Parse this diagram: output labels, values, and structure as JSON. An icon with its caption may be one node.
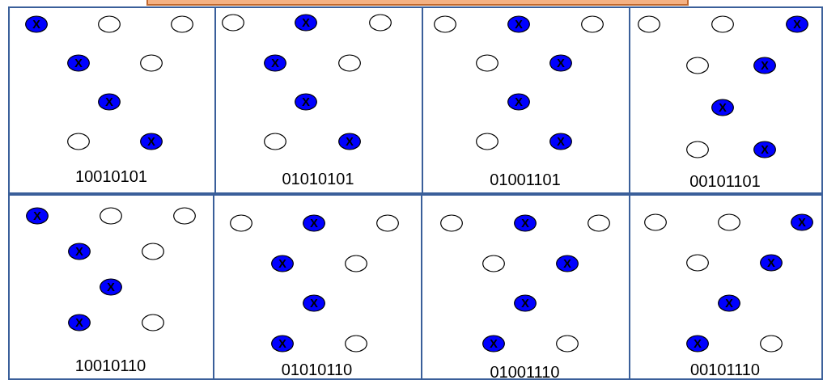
{
  "diagram": {
    "nodes": [
      {
        "text": [
          "10010101"
        ]
      },
      {
        "text": [
          "X"
        ],
        "in": 0
      },
      {
        "text": [],
        "shape": "circle",
        "in": 0
      },
      {
        "text": [],
        "shape": "circle",
        "in": 0
      },
      {
        "text": [
          "X"
        ],
        "in": 0
      },
      {
        "text": [],
        "shape": "circle",
        "in": 0
      },
      {
        "text": [
          "X"
        ],
        "in": 0
      },
      {
        "text": [],
        "shape": "circle",
        "in": 0
      },
      {
        "text": [
          "X"
        ],
        "in": 0
      },
      {
        "text": [
          "01010101"
        ]
      },
      {
        "text": [],
        "shape": "circle",
        "in": 9
      },
      {
        "text": [
          "X"
        ],
        "in": 9
      },
      {
        "text": [],
        "shape": "circle",
        "in": 9
      },
      {
        "text": [
          "X"
        ],
        "in": 9
      },
      {
        "text": [],
        "shape": "circle",
        "in": 9
      },
      {
        "text": [
          "X"
        ],
        "in": 9
      },
      {
        "text": [],
        "shape": "circle",
        "in": 9
      },
      {
        "text": [
          "X"
        ],
        "in": 9
      },
      {
        "text": [
          "01001101"
        ]
      },
      {
        "text": [],
        "shape": "circle",
        "in": 18
      },
      {
        "text": [
          "X"
        ],
        "in": 18
      },
      {
        "text": [],
        "shape": "circle",
        "in": 18
      },
      {
        "text": [],
        "shape": "circle",
        "in": 18
      },
      {
        "text": [
          "X"
        ],
        "in": 18
      },
      {
        "text": [
          "X"
        ],
        "in": 18
      },
      {
        "text": [],
        "shape": "circle",
        "in": 18
      },
      {
        "text": [
          "X"
        ],
        "in": 18
      },
      {
        "text": [
          "00101101"
        ]
      },
      {
        "text": [],
        "shape": "circle",
        "in": 27
      },
      {
        "text": [],
        "shape": "circle",
        "in": 27
      },
      {
        "text": [
          "X"
        ],
        "in": 27
      },
      {
        "text": [],
        "shape": "circle",
        "in": 27
      },
      {
        "text": [
          "X"
        ],
        "in": 27
      },
      {
        "text": [
          "X"
        ],
        "in": 27
      },
      {
        "text": [],
        "shape": "circle",
        "in": 27
      },
      {
        "text": [
          "X"
        ],
        "in": 27
      },
      {
        "text": [
          "10010110"
        ]
      },
      {
        "text": [
          "X"
        ],
        "in": 36
      },
      {
        "text": [],
        "shape": "circle",
        "in": 36
      },
      {
        "text": [],
        "shape": "circle",
        "in": 36
      },
      {
        "text": [
          "X"
        ],
        "in": 36
      },
      {
        "text": [],
        "shape": "circle",
        "in": 36
      },
      {
        "text": [
          "X"
        ],
        "in": 36
      },
      {
        "text": [
          "X"
        ],
        "in": 36
      },
      {
        "text": [],
        "shape": "circle",
        "in": 36
      },
      {
        "text": [
          "01010110"
        ]
      },
      {
        "text": [],
        "shape": "circle",
        "in": 45
      },
      {
        "text": [
          "X"
        ],
        "in": 45
      },
      {
        "text": [],
        "shape": "circle",
        "in": 45
      },
      {
        "text": [
          "X"
        ],
        "in": 45
      },
      {
        "text": [],
        "shape": "circle",
        "in": 45
      },
      {
        "text": [
          "X"
        ],
        "in": 45
      },
      {
        "text": [
          "X"
        ],
        "in": 45
      },
      {
        "text": [],
        "shape": "circle",
        "in": 45
      },
      {
        "text": [
          "01001110"
        ]
      },
      {
        "text": [],
        "shape": "circle",
        "in": 54
      },
      {
        "text": [
          "X"
        ],
        "in": 54
      },
      {
        "text": [],
        "shape": "circle",
        "in": 54
      },
      {
        "text": [],
        "shape": "circle",
        "in": 54
      },
      {
        "text": [
          "X"
        ],
        "in": 54
      },
      {
        "text": [
          "X"
        ],
        "in": 54
      },
      {
        "text": [
          "X"
        ],
        "in": 54
      },
      {
        "text": [],
        "shape": "circle",
        "in": 54
      },
      {
        "text": [
          "00101110"
        ]
      },
      {
        "text": [],
        "shape": "circle",
        "in": 63
      },
      {
        "text": [],
        "shape": "circle",
        "in": 63
      },
      {
        "text": [
          "X"
        ],
        "in": 63
      },
      {
        "text": [],
        "shape": "circle",
        "in": 63
      },
      {
        "text": [
          "X"
        ],
        "in": 63
      },
      {
        "text": [
          "X"
        ],
        "in": 63
      },
      {
        "text": [
          "X"
        ],
        "in": 63
      },
      {
        "text": [],
        "shape": "circle",
        "in": 63
      }
    ]
  }
}
